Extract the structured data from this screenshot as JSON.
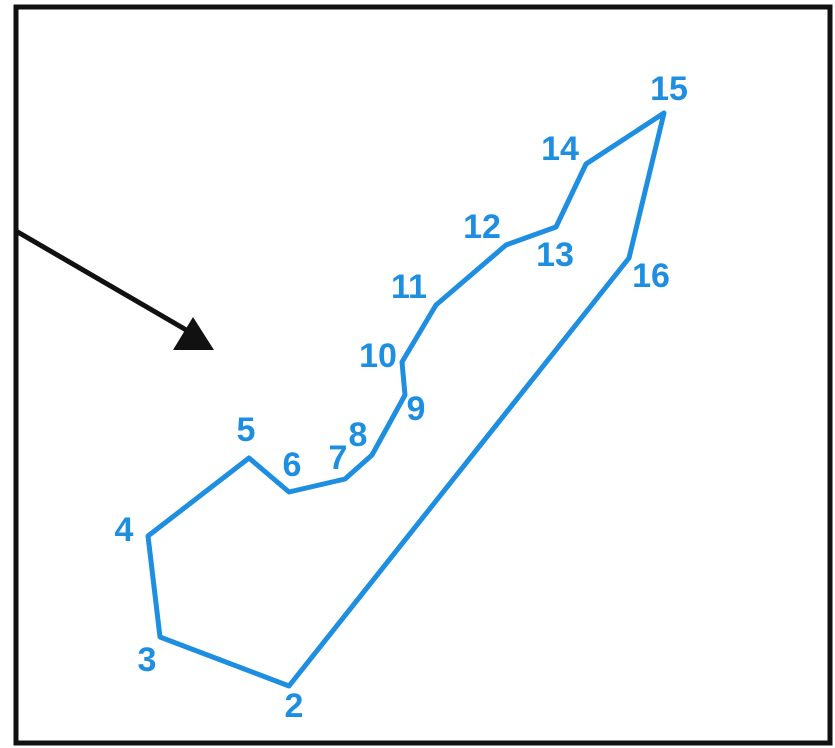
{
  "diagram": {
    "vertices": [
      {
        "id": "2",
        "label": "2"
      },
      {
        "id": "3",
        "label": "3"
      },
      {
        "id": "4",
        "label": "4"
      },
      {
        "id": "5",
        "label": "5"
      },
      {
        "id": "6",
        "label": "6"
      },
      {
        "id": "7",
        "label": "7"
      },
      {
        "id": "8",
        "label": "8"
      },
      {
        "id": "9",
        "label": "9"
      },
      {
        "id": "10",
        "label": "10"
      },
      {
        "id": "11",
        "label": "11"
      },
      {
        "id": "12",
        "label": "12"
      },
      {
        "id": "13",
        "label": "13"
      },
      {
        "id": "14",
        "label": "14"
      },
      {
        "id": "15",
        "label": "15"
      },
      {
        "id": "16",
        "label": "16"
      }
    ],
    "colors": {
      "outline": "#1e8fe0",
      "label": "#1e8fe0",
      "arrow": "#111111",
      "frame": "#111111",
      "background": "#ffffff"
    }
  }
}
